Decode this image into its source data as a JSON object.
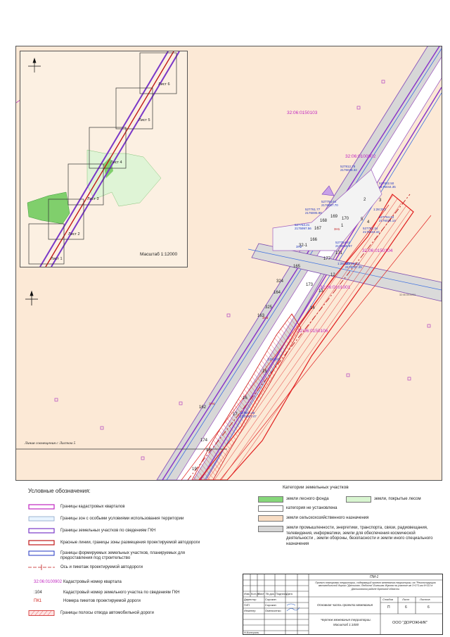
{
  "map": {
    "quarters": [
      "32:06:0150103",
      "32:06:0100902",
      "32:06:0150104",
      "32:06:0101001",
      "32:06:0150106"
    ],
    "quarter_side_labels": [
      "32:06:0101001"
    ],
    "pickets": [
      "1",
      "2",
      "3",
      "4",
      "5",
      "12",
      "13",
      "14",
      "15",
      "16",
      "17",
      "18",
      "19"
    ],
    "parcel_numbers": [
      "169",
      "170",
      "168",
      "167",
      "166",
      "165",
      "171",
      "173",
      "164",
      "163",
      "162",
      "174",
      "177",
      "32-1",
      "325",
      "324"
    ],
    "parcel_codes": [
      "1:28:ЗУ2",
      "1:28:ЗУ3",
      "1:28:ЗУ4",
      "3Н1",
      "3Н2",
      "3Н3",
      "ЗН4"
    ],
    "coordinates": [
      {
        "x": "527812.78",
        "y": "2176028.32"
      },
      {
        "x": "527802.50",
        "y": "2176044.35"
      },
      {
        "x": "527794.32",
        "y": "2176034.14"
      },
      {
        "x": "527781.34",
        "y": "2176023.34"
      },
      {
        "x": "527794.64",
        "y": "2176007.70"
      },
      {
        "x": "527761.77",
        "y": "2176005.96"
      },
      {
        "x": "527764.21",
        "y": "2175997.56"
      },
      {
        "x": "527754.51",
        "y": "2176026.97"
      },
      {
        "x": "527747.07",
        "y": "2176037.25"
      },
      {
        "x": "527607.46",
        "y": "2176007.47"
      }
    ],
    "join_line_label": "Линия совмещения с Листом 5"
  },
  "inset": {
    "sheets": [
      "Лист 1",
      "Лист 2",
      "Лист 3",
      "Лист 4",
      "Лист 5",
      "Лист 6"
    ],
    "scale": "Масштаб 1:12000"
  },
  "legend": {
    "title": "Условные обозначения:",
    "items": [
      "Границы кадастровых кварталов",
      "Границы зон с особыми условиями использования территории",
      "Границы земельных участков по сведениям ГКН",
      "Красные линии, границы зоны размещения проектируемой автодороги",
      "Границы формируемых земельных участков, планируемых для предоставления под строительство",
      "Ось и пикетаж проектируемой автодороги"
    ],
    "samples": [
      {
        "sample": "32:06:0100902",
        "text": "Кадастровый номер квартала",
        "color": "#c026c0"
      },
      {
        "sample": ":104",
        "text": "Кадастровый номер земельного участка по сведениям ГКН",
        "color": "#222222"
      },
      {
        "sample": "ПК1",
        "text": "Номера пикетов проектируемой дороги",
        "color": "#d0201a"
      }
    ],
    "hatch_text": "Границы полосы отвода автомобильной дороги"
  },
  "categories": {
    "title": "Категории земельных участков",
    "items": [
      {
        "label": "земли лесного фонда",
        "color": "#86d77a"
      },
      {
        "label": "земли, покрытые лесом",
        "color": "#d8f5d0"
      },
      {
        "label": "категория не установлена",
        "color": "#ffffff"
      },
      {
        "label": "земли сельскохозяйственного назначения",
        "color": "#f8ddc4"
      },
      {
        "label": "земли промышленности, энергетики, транспорта, связи, радиовещания, телевидения, информатики, земли для обеспечения космической деятельности , земли обороны, безопасности и земли иного специального назначения",
        "color": "#d6d6d6"
      }
    ]
  },
  "stamp": {
    "code": "ПМ-1",
    "project": "Проект планировки территории, содержащий проект межевания территории, на \"Реконструкцию автомобильной дороги \"Дятьково- Любохна\"-Большая Жукова на участке км 3+271-км 6+113 в Дятьковском районе Брянской области",
    "headers": [
      "Изм.",
      "Кол.уч",
      "Лист",
      "№ док.",
      "Подпись",
      "Дата"
    ],
    "roles": [
      {
        "role": "Директор",
        "name": "Сорокин"
      },
      {
        "role": "ГИП",
        "name": "Сорокин"
      },
      {
        "role": "Инженер",
        "name": "Омельченко"
      },
      {
        "role": "",
        "name": ""
      },
      {
        "role": "Н.Контроль",
        "name": ""
      }
    ],
    "section": "Основная часть проекта межевания",
    "stage_headers": [
      "Стадия",
      "Лист",
      "Листов"
    ],
    "stage_values": [
      "П",
      "6",
      "6"
    ],
    "drawing": "Чертеж межевания территории. Масштаб 1:1000",
    "company": "ООО \"ДОРОЖНИК\""
  }
}
